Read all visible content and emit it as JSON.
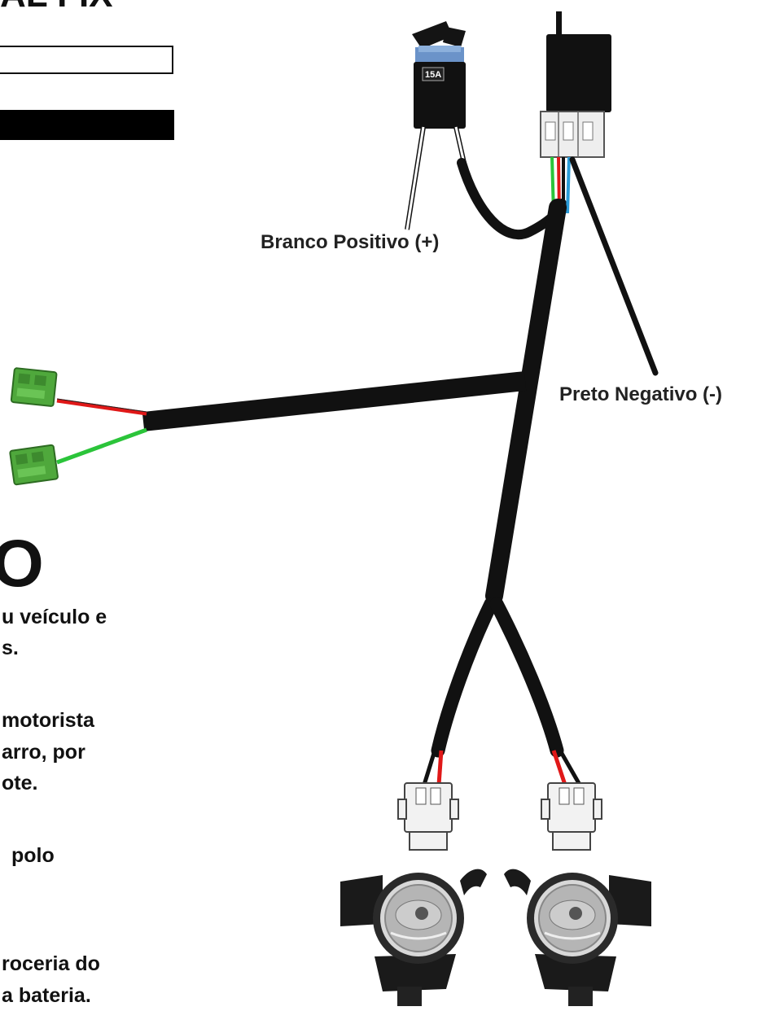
{
  "header": {
    "title_fragment": "AL FIX"
  },
  "fuse": {
    "rating": "15A"
  },
  "labels": {
    "positive": "Branco Positivo (+)",
    "negative": "Preto Negativo (-)"
  },
  "instructions": {
    "big_glyph": "O",
    "lines": [
      "u veículo e",
      "s.",
      "motorista",
      "arro, por",
      "ote.",
      "polo",
      "roceria do",
      "a bateria."
    ]
  },
  "colors": {
    "wire_red": "#e01818",
    "wire_green": "#2bc43a",
    "wire_blue": "#2a9bd8",
    "connector_green": "#4fa83c",
    "fuse_blue": "#6b93c9",
    "harness_black": "#111111"
  }
}
